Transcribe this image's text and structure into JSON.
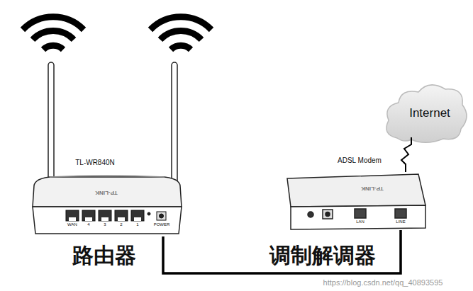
{
  "diagram": {
    "nodes": [
      {
        "text": [
          "TL-WR840N",
          "路由器"
        ]
      },
      {
        "text": [
          "ADSL Modem",
          "调制解调器"
        ]
      },
      {
        "text": [
          "Internet"
        ]
      }
    ],
    "edges": [
      {
        "from": 0,
        "to": 1,
        "arrow": "none"
      },
      {
        "from": 1,
        "to": 2,
        "arrow": "none"
      }
    ],
    "labels": [
      "WAN",
      "4",
      "3",
      "2",
      "1",
      "POWER",
      "TP-LINK",
      "LAN",
      "LINE",
      "TP-LINK",
      "https://blog.csdn.net/qq_40893595"
    ]
  }
}
